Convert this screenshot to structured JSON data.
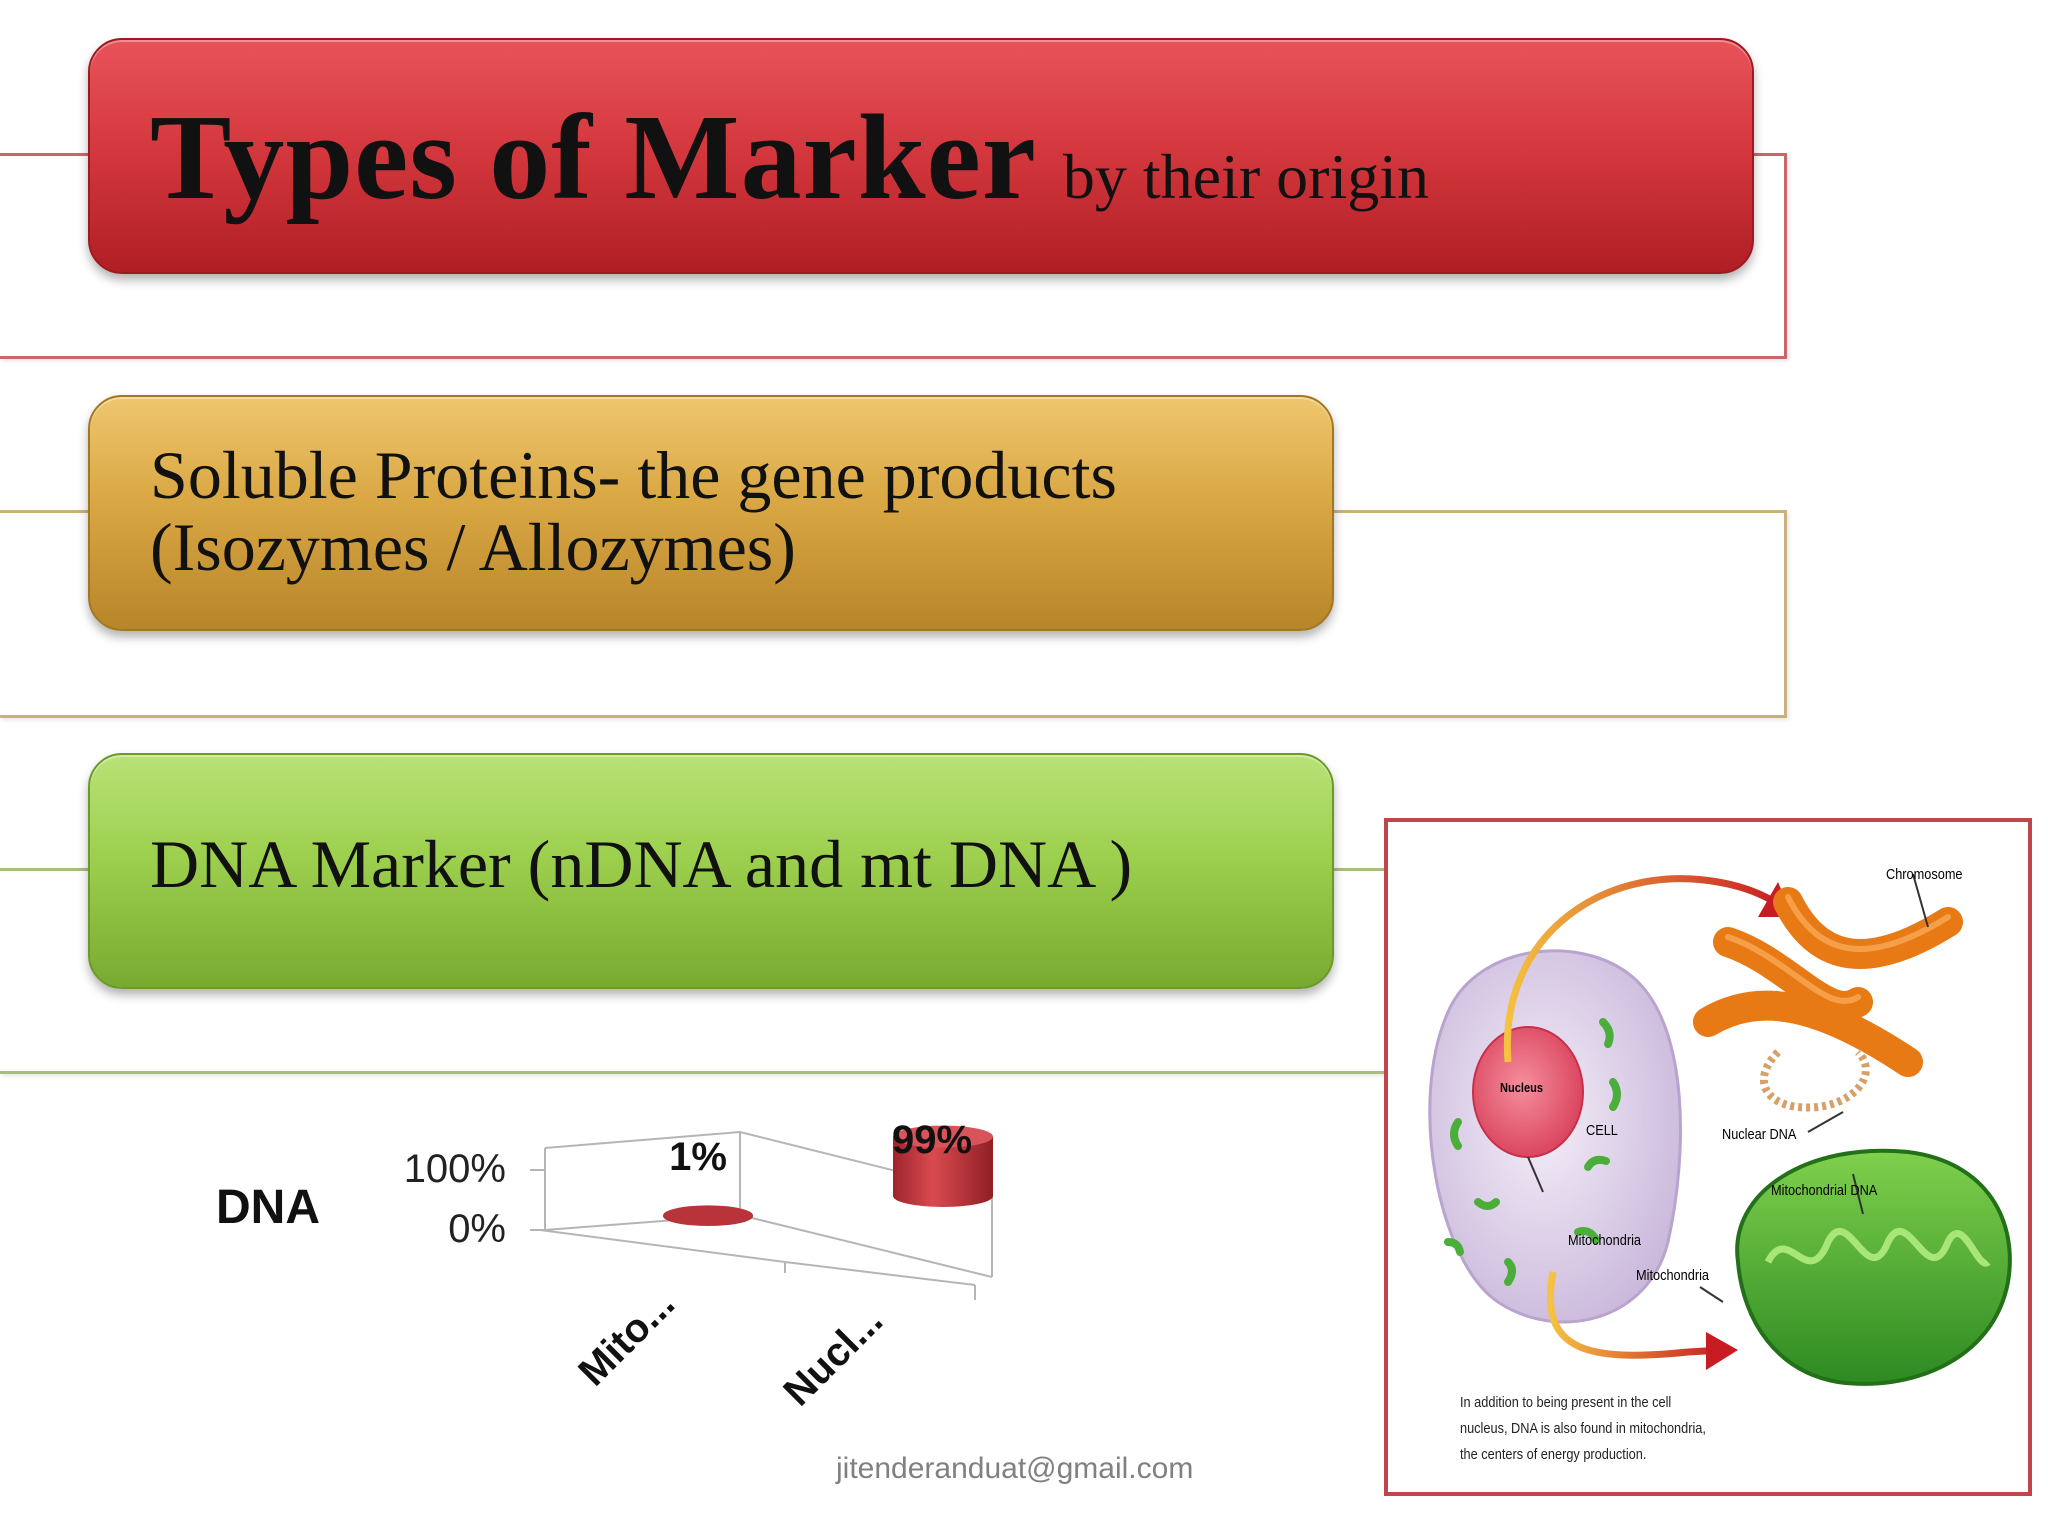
{
  "title": {
    "main": "Types of Marker",
    "sub": "by their origin"
  },
  "box_proteins": {
    "line1": "Soluble Proteins- the gene products",
    "line2": "(Isozymes / Allozymes)"
  },
  "box_dna": {
    "text": "DNA Marker (nDNA and mt DNA )"
  },
  "chart_data": {
    "type": "bar",
    "style": "3d-cylinder",
    "series_label": "DNA",
    "categories": [
      "Mito...",
      "Nucl..."
    ],
    "values": [
      1,
      99
    ],
    "data_labels": [
      "1%",
      "99%"
    ],
    "y_ticks": [
      "100%",
      "0%"
    ],
    "ylim": [
      0,
      100
    ],
    "color": "#c0393f"
  },
  "figure": {
    "labels": {
      "chromosome": "Chromosome",
      "nucleus": "Nucleus",
      "cell": "CELL",
      "nuclear_dna": "Nuclear DNA",
      "mitochondrial_dna": "Mitochondrial DNA",
      "mitochondria_1": "Mitochondria",
      "mitochondria_2": "Mitochondria"
    },
    "caption": "In addition to being present in the cell nucleus, DNA is also found in mitochondria, the centers of energy production."
  },
  "footer": {
    "email": "jitenderanduat@gmail.com"
  }
}
